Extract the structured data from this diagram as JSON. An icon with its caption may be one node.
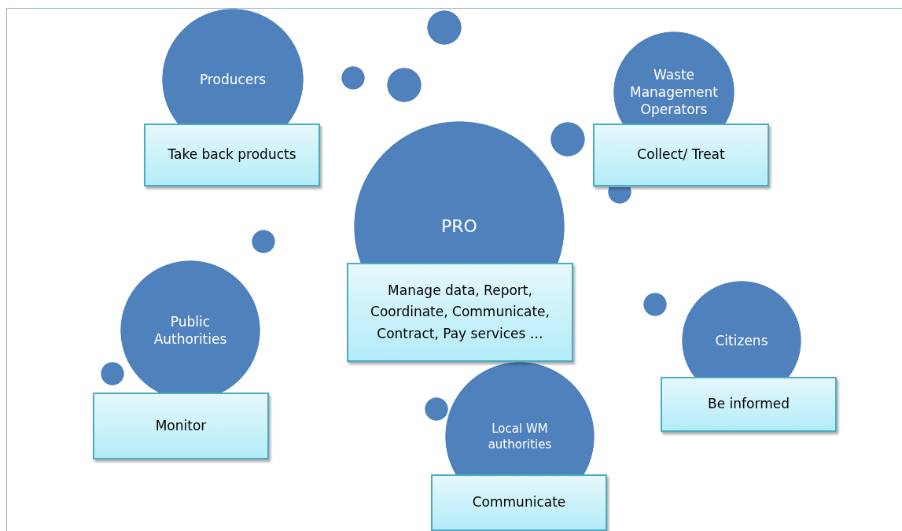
{
  "diagram": {
    "nodes": [
      {
        "text": [],
        "shape": "circle"
      },
      {
        "text": [
          "Producers"
        ]
      },
      {
        "text": [],
        "shape": "circle"
      },
      {
        "text": [],
        "shape": "circle"
      },
      {
        "text": [
          "Waste Management Operators"
        ]
      },
      {
        "text": [],
        "shape": "circle"
      },
      {
        "text": [
          "Take back products"
        ]
      },
      {
        "text": [
          "Collect/ Treat"
        ]
      },
      {
        "text": [],
        "shape": "circle"
      },
      {
        "text": [
          "PRO"
        ]
      },
      {
        "text": [],
        "shape": "circle"
      },
      {
        "text": [
          "Public Authorities"
        ]
      },
      {
        "text": [],
        "shape": "circle"
      },
      {
        "text": [
          "Manage data, Report, Coordinate, Communicate, Contract, Pay services …"
        ]
      },
      {
        "text": [
          "Citizens"
        ]
      },
      {
        "text": [],
        "shape": "circle"
      },
      {
        "text": [
          "Monitor"
        ]
      },
      {
        "text": [
          "Be informed"
        ]
      },
      {
        "text": [],
        "shape": "circle"
      },
      {
        "text": [
          "Local WM authorities"
        ]
      },
      {
        "text": [
          "Communicate"
        ]
      }
    ]
  }
}
